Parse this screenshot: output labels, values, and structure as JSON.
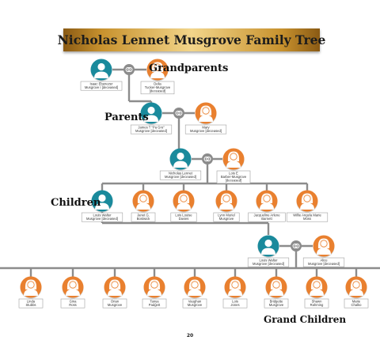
{
  "title": "Nicholas Lennet Musgrove Family Tree",
  "section_labels": {
    "grandparents": "Grandparents",
    "parents": "Parents",
    "children": "Children",
    "grand_children": "Grand Children"
  },
  "page_number": "20",
  "colors": {
    "male": "#1a8a9c",
    "female": "#e9802f",
    "line": "#8c8c8c",
    "ring": "#8c8c8c"
  },
  "people": [
    {
      "key": "isaac",
      "gender": "male",
      "lines": [
        "Isaac Ebenezer",
        "Musgrove I [deceased]"
      ]
    },
    {
      "key": "delia",
      "gender": "female",
      "lines": [
        "Delia",
        "Tucker-Musgrove",
        "[deceased]"
      ]
    },
    {
      "key": "james",
      "gender": "male",
      "lines": [
        "James T \"Pa Gro\"",
        "Musgrove [deceased]"
      ]
    },
    {
      "key": "mary",
      "gender": "female",
      "lines": [
        "Mary",
        "Musgrove [deceased]"
      ]
    },
    {
      "key": "nicholas",
      "gender": "male",
      "lines": [
        "Nicholas Lennet",
        "Musgrove [deceased]"
      ]
    },
    {
      "key": "lois_e",
      "gender": "female",
      "lines": [
        "Lois E",
        "Barber-Musgrove",
        "[deceased]"
      ]
    },
    {
      "key": "louis_child",
      "gender": "male",
      "lines": [
        "Louis Walter",
        "Musgrove [deceased]"
      ]
    },
    {
      "key": "janet",
      "gender": "female",
      "lines": [
        "Janet G.",
        "Bostwick"
      ]
    },
    {
      "key": "lois_louise",
      "gender": "female",
      "lines": [
        "Lois Louise",
        "Davies"
      ]
    },
    {
      "key": "lynn",
      "gender": "female",
      "lines": [
        "Lynn Muriel",
        "Musgrove"
      ]
    },
    {
      "key": "jacqueline",
      "gender": "female",
      "lines": [
        "Jacqueline Arlene",
        "Barnett"
      ]
    },
    {
      "key": "willie",
      "gender": "female",
      "lines": [
        "Willie Angela Marie",
        "Moss"
      ]
    },
    {
      "key": "louis_parent",
      "gender": "male",
      "lines": [
        "Louis Walter",
        "Musgrove [deceased]"
      ]
    },
    {
      "key": "alice",
      "gender": "female",
      "lines": [
        "Alice",
        "Musgrove [deceased]"
      ]
    },
    {
      "key": "linda",
      "gender": "female",
      "lines": [
        "Linda",
        "Stubbs"
      ]
    },
    {
      "key": "gina",
      "gender": "female",
      "lines": [
        "Gina",
        "Ross"
      ]
    },
    {
      "key": "orian",
      "gender": "female",
      "lines": [
        "Orian",
        "Musgrove"
      ]
    },
    {
      "key": "tanya",
      "gender": "female",
      "lines": [
        "Tanya",
        "Padgett"
      ]
    },
    {
      "key": "vaughan",
      "gender": "female",
      "lines": [
        "Vaughan",
        "Musgrove"
      ]
    },
    {
      "key": "lois_j",
      "gender": "female",
      "lines": [
        "Lois",
        "Jones"
      ]
    },
    {
      "key": "bridgette",
      "gender": "female",
      "lines": [
        "Bridgette",
        "Musgrove"
      ]
    },
    {
      "key": "shawn",
      "gender": "female",
      "lines": [
        "Shawn",
        "Rahming"
      ]
    },
    {
      "key": "marie",
      "gender": "female",
      "lines": [
        "Marie",
        "Chalko"
      ]
    }
  ]
}
